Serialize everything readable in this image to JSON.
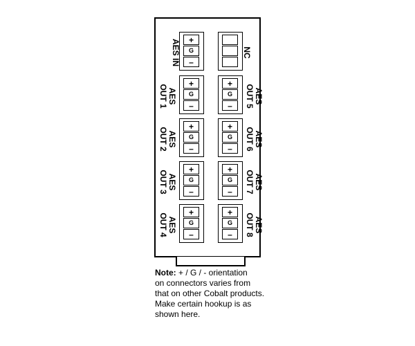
{
  "panel": {
    "left_column": [
      {
        "id": "aes-in",
        "label_lines": [
          "AES IN"
        ],
        "pins": [
          "+",
          "G",
          "–"
        ]
      },
      {
        "id": "aes-out-1",
        "label_lines": [
          "AES",
          "OUT 1"
        ],
        "pins": [
          "+",
          "G",
          "–"
        ]
      },
      {
        "id": "aes-out-2",
        "label_lines": [
          "AES",
          "OUT 2"
        ],
        "pins": [
          "+",
          "G",
          "–"
        ]
      },
      {
        "id": "aes-out-3",
        "label_lines": [
          "AES",
          "OUT 3"
        ],
        "pins": [
          "+",
          "G",
          "–"
        ]
      },
      {
        "id": "aes-out-4",
        "label_lines": [
          "AES",
          "OUT 4"
        ],
        "pins": [
          "+",
          "G",
          "–"
        ]
      }
    ],
    "right_column": [
      {
        "id": "nc",
        "label_lines": [
          "NC"
        ],
        "pins": [
          "",
          "",
          ""
        ]
      },
      {
        "id": "aes-out-5",
        "label_lines": [
          "AES",
          "OUT 5"
        ],
        "pins": [
          "+",
          "G",
          "–"
        ]
      },
      {
        "id": "aes-out-6",
        "label_lines": [
          "AES",
          "OUT 6"
        ],
        "pins": [
          "+",
          "G",
          "–"
        ]
      },
      {
        "id": "aes-out-7",
        "label_lines": [
          "AES",
          "OUT 7"
        ],
        "pins": [
          "+",
          "G",
          "–"
        ]
      },
      {
        "id": "aes-out-8",
        "label_lines": [
          "AES",
          "OUT 8"
        ],
        "pins": [
          "+",
          "G",
          "–"
        ]
      }
    ]
  },
  "note": {
    "heading": "Note:",
    "lines": [
      " + / G / - orientation",
      "on connectors varies from",
      "that on other Cobalt products.",
      "Make certain hookup is as",
      "shown here."
    ]
  }
}
